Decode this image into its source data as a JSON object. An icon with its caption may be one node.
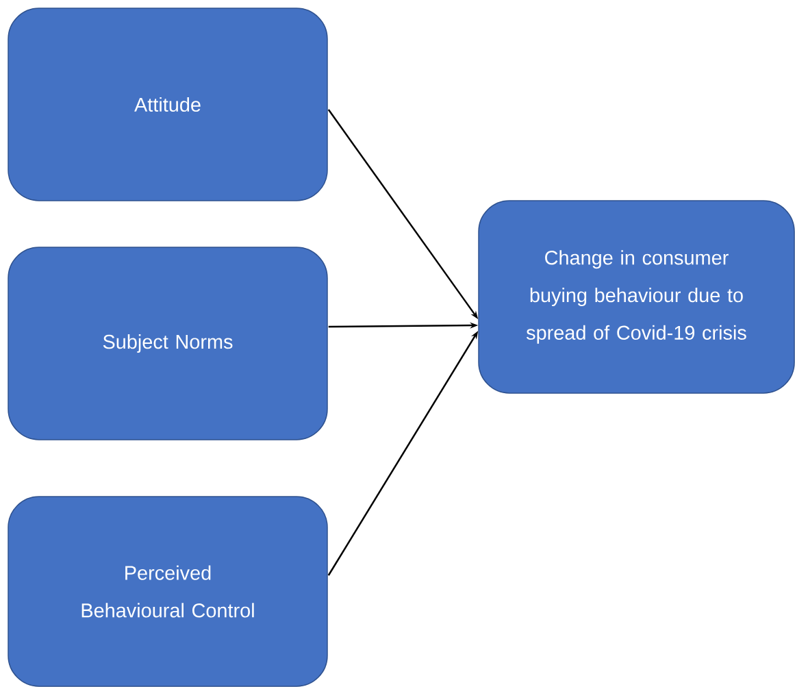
{
  "diagram": {
    "nodes": [
      {
        "text": [
          "Attitude"
        ]
      },
      {
        "text": [
          "Subject Norms"
        ]
      },
      {
        "text": [
          "Perceived Behavioural Control"
        ]
      },
      {
        "text": [
          "Change in consumer buying behaviour due to spread of Covid-19 crisis"
        ]
      }
    ],
    "edges": [
      {
        "from": 0,
        "to": 3,
        "arrow": "to"
      },
      {
        "from": 1,
        "to": 3,
        "arrow": "to"
      },
      {
        "from": 2,
        "to": 3,
        "arrow": "to"
      }
    ]
  }
}
